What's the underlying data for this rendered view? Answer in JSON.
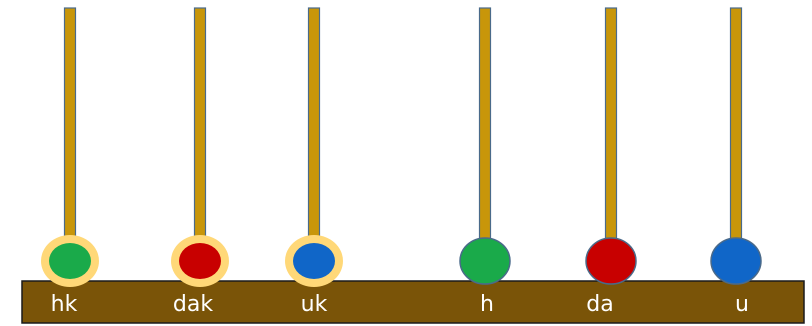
{
  "abacus": {
    "rods": [
      {
        "label": "hk",
        "bead_color": "#1aaa4a",
        "highlighted": true
      },
      {
        "label": "dak",
        "bead_color": "#c80000",
        "highlighted": true
      },
      {
        "label": "uk",
        "bead_color": "#1066c8",
        "highlighted": true
      },
      {
        "label": "h",
        "bead_color": "#1aaa4a",
        "highlighted": false
      },
      {
        "label": "da",
        "bead_color": "#c80000",
        "highlighted": false
      },
      {
        "label": "u",
        "bead_color": "#1066c8",
        "highlighted": false
      }
    ],
    "colors": {
      "rod_fill": "#c8960a",
      "rod_stroke": "#4a6a8a",
      "base_fill": "#7a5408",
      "base_stroke": "#1a1a1a",
      "highlight_ring": "#ffd878",
      "label_text": "#ffffff"
    }
  }
}
